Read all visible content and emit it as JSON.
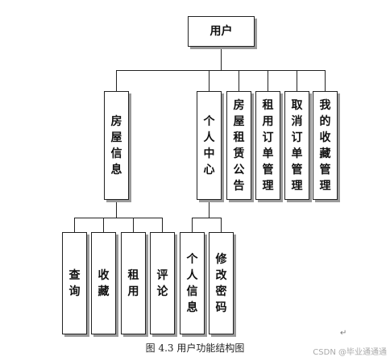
{
  "diagram": {
    "root": "用户",
    "level1": {
      "house_info": "房屋信息",
      "personal_center": "个人中心",
      "rental_notice": "房屋租赁公告",
      "rental_order": "租用订单管理",
      "cancel_order": "取消订单管理",
      "my_favorites": "我的收藏管理"
    },
    "house_children": {
      "query": "查询",
      "favorite": "收藏",
      "rent": "租用",
      "comment": "评论"
    },
    "center_children": {
      "personal_info": "个人信息",
      "change_password": "修改密码"
    }
  },
  "caption": "图 4.3  用户功能结构图",
  "watermark": "CSDN @毕业通通通"
}
